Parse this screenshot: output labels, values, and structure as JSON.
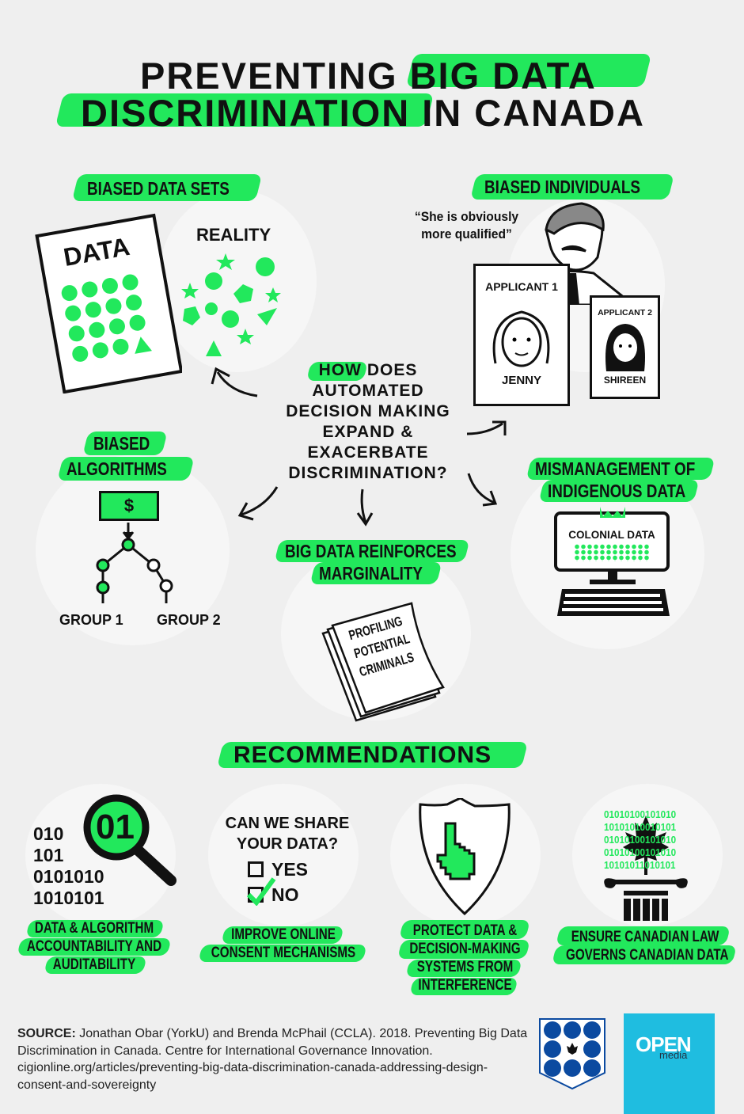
{
  "title": {
    "line1_a": "PREVENTING",
    "line1_b": "BIG DATA",
    "line2_a": "DISCRIMINATION",
    "line2_b": "IN CANADA"
  },
  "colors": {
    "accent": "#22e85c",
    "background": "#efefef",
    "openmedia": "#1fbde0",
    "ccla_blue": "#0b4aa0"
  },
  "center_question": {
    "word1": "HOW",
    "rest1": "DOES",
    "lines": [
      "AUTOMATED",
      "DECISION MAKING",
      "EXPAND &",
      "EXACERBATE",
      "DISCRIMINATION?"
    ]
  },
  "biased_data_sets": {
    "label": "BIASED DATA SETS",
    "data": "DATA",
    "reality": "REALITY"
  },
  "biased_individuals": {
    "label": "BIASED INDIVIDUALS",
    "quote_line1": "“She is obviously",
    "quote_line2": "more qualified”",
    "applicant1": "APPLICANT 1",
    "name1": "JENNY",
    "applicant2": "APPLICANT 2",
    "name2": "SHIREEN"
  },
  "biased_algorithms": {
    "label_line1": "BIASED",
    "label_line2": "ALGORITHMS",
    "currency": "$",
    "group1": "GROUP 1",
    "group2": "GROUP 2"
  },
  "indigenous": {
    "label_line1": "MISMANAGEMENT OF",
    "label_line2": "INDIGENOUS DATA",
    "screen": "COLONIAL DATA"
  },
  "marginality": {
    "label_line1": "BIG DATA REINFORCES",
    "label_line2": "MARGINALITY",
    "paper": [
      "PROFILING",
      "POTENTIAL",
      "CRIMINALS"
    ]
  },
  "recommendations": {
    "heading": "RECOMMENDATIONS",
    "items": [
      {
        "lines": [
          "DATA & ALGORITHM",
          "ACCOUNTABILITY AND",
          "AUDITABILITY"
        ],
        "binary": [
          "010",
          "101",
          "0101010",
          "1010101"
        ],
        "lens": "01"
      },
      {
        "lines": [
          "IMPROVE ONLINE",
          "CONSENT MECHANISMS"
        ],
        "question1": "CAN WE SHARE",
        "question2": "YOUR DATA?",
        "opt_yes": "YES",
        "opt_no": "NO"
      },
      {
        "lines": [
          "PROTECT DATA &",
          "DECISION-MAKING",
          "SYSTEMS FROM",
          "INTERFERENCE"
        ]
      },
      {
        "lines": [
          "ENSURE CANADIAN LAW",
          "GOVERNS CANADIAN DATA"
        ],
        "binary": [
          "01010100101010",
          "10101010010101",
          "01010100101010",
          "01010100101010",
          "10101011010101"
        ]
      }
    ]
  },
  "source": {
    "label": "SOURCE:",
    "text": "Jonathan Obar (YorkU) and Brenda McPhail (CCLA). 2018. Preventing Big Data Discrimination in Canada. Centre for International Governance Innovation. cigionline.org/articles/preventing-big-data-discrimination-canada-addressing-design-consent-and-sovereignty"
  },
  "logos": {
    "openmedia_1": "OPEN",
    "openmedia_2": "media"
  }
}
